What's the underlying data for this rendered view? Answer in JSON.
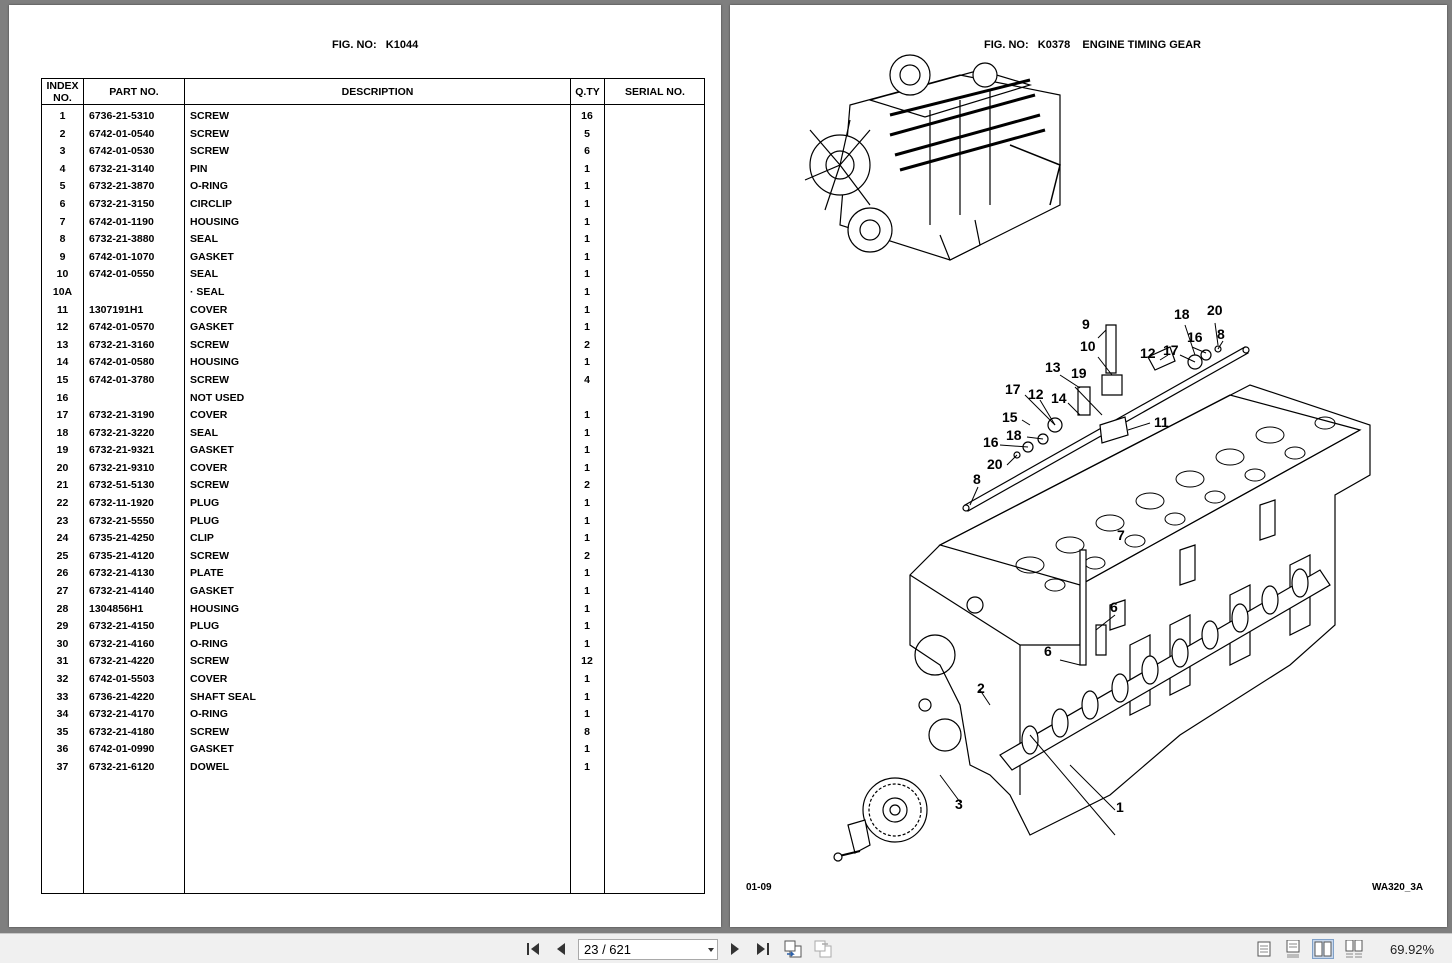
{
  "left_page": {
    "fig_label": "FIG. NO:   K1044",
    "columns": {
      "index": "INDEX NO.",
      "part": "PART NO.",
      "desc": "DESCRIPTION",
      "qty": "Q.TY",
      "serial": "SERIAL NO."
    },
    "rows": [
      {
        "idx": "1",
        "part": "6736-21-5310",
        "desc": "SCREW",
        "qty": "16"
      },
      {
        "idx": "2",
        "part": "6742-01-0540",
        "desc": "SCREW",
        "qty": "5"
      },
      {
        "idx": "3",
        "part": "6742-01-0530",
        "desc": "SCREW",
        "qty": "6"
      },
      {
        "idx": "4",
        "part": "6732-21-3140",
        "desc": "PIN",
        "qty": "1"
      },
      {
        "idx": "5",
        "part": "6732-21-3870",
        "desc": "O-RING",
        "qty": "1"
      },
      {
        "idx": "6",
        "part": "6732-21-3150",
        "desc": "CIRCLIP",
        "qty": "1"
      },
      {
        "idx": "7",
        "part": "6742-01-1190",
        "desc": "HOUSING",
        "qty": "1"
      },
      {
        "idx": "8",
        "part": "6732-21-3880",
        "desc": "SEAL",
        "qty": "1"
      },
      {
        "idx": "9",
        "part": "6742-01-1070",
        "desc": "GASKET",
        "qty": "1"
      },
      {
        "idx": "10",
        "part": "6742-01-0550",
        "desc": "SEAL",
        "qty": "1"
      },
      {
        "idx": "10A",
        "part": "",
        "desc": "·  SEAL",
        "qty": "1"
      },
      {
        "idx": "11",
        "part": "1307191H1",
        "desc": "COVER",
        "qty": "1"
      },
      {
        "idx": "12",
        "part": "6742-01-0570",
        "desc": "GASKET",
        "qty": "1"
      },
      {
        "idx": "13",
        "part": "6732-21-3160",
        "desc": "SCREW",
        "qty": "2"
      },
      {
        "idx": "14",
        "part": "6742-01-0580",
        "desc": "HOUSING",
        "qty": "1"
      },
      {
        "idx": "15",
        "part": "6742-01-3780",
        "desc": "SCREW",
        "qty": "4"
      },
      {
        "idx": "16",
        "part": "",
        "desc": "NOT USED",
        "qty": ""
      },
      {
        "idx": "17",
        "part": "6732-21-3190",
        "desc": "COVER",
        "qty": "1"
      },
      {
        "idx": "18",
        "part": "6732-21-3220",
        "desc": "SEAL",
        "qty": "1"
      },
      {
        "idx": "19",
        "part": "6732-21-9321",
        "desc": "GASKET",
        "qty": "1"
      },
      {
        "idx": "20",
        "part": "6732-21-9310",
        "desc": "COVER",
        "qty": "1"
      },
      {
        "idx": "21",
        "part": "6732-51-5130",
        "desc": "SCREW",
        "qty": "2"
      },
      {
        "idx": "22",
        "part": "6732-11-1920",
        "desc": "PLUG",
        "qty": "1"
      },
      {
        "idx": "23",
        "part": "6732-21-5550",
        "desc": "PLUG",
        "qty": "1"
      },
      {
        "idx": "24",
        "part": "6735-21-4250",
        "desc": "CLIP",
        "qty": "1"
      },
      {
        "idx": "25",
        "part": "6735-21-4120",
        "desc": "SCREW",
        "qty": "2"
      },
      {
        "idx": "26",
        "part": "6732-21-4130",
        "desc": "PLATE",
        "qty": "1"
      },
      {
        "idx": "27",
        "part": "6732-21-4140",
        "desc": "GASKET",
        "qty": "1"
      },
      {
        "idx": "28",
        "part": "1304856H1",
        "desc": "HOUSING",
        "qty": "1"
      },
      {
        "idx": "29",
        "part": "6732-21-4150",
        "desc": "PLUG",
        "qty": "1"
      },
      {
        "idx": "30",
        "part": "6732-21-4160",
        "desc": "O-RING",
        "qty": "1"
      },
      {
        "idx": "31",
        "part": "6732-21-4220",
        "desc": "SCREW",
        "qty": "12"
      },
      {
        "idx": "32",
        "part": "6742-01-5503",
        "desc": "COVER",
        "qty": "1"
      },
      {
        "idx": "33",
        "part": "6736-21-4220",
        "desc": "SHAFT SEAL",
        "qty": "1"
      },
      {
        "idx": "34",
        "part": "6732-21-4170",
        "desc": "O-RING",
        "qty": "1"
      },
      {
        "idx": "35",
        "part": "6732-21-4180",
        "desc": "SCREW",
        "qty": "8"
      },
      {
        "idx": "36",
        "part": "6742-01-0990",
        "desc": "GASKET",
        "qty": "1"
      },
      {
        "idx": "37",
        "part": "6732-21-6120",
        "desc": "DOWEL",
        "qty": "1"
      }
    ]
  },
  "right_page": {
    "fig_label": "FIG. NO:   K0378    ENGINE TIMING GEAR",
    "callouts": [
      "9",
      "10",
      "18",
      "20",
      "16",
      "8",
      "12",
      "17",
      "13",
      "19",
      "17",
      "12",
      "14",
      "15",
      "18",
      "11",
      "16",
      "20",
      "8",
      "7",
      "6",
      "6",
      "2",
      "3",
      "1"
    ],
    "footer_left": "01-09",
    "footer_right": "WA320_3A"
  },
  "toolbar": {
    "page_indicator": "23 / 621",
    "zoom": "69.92%",
    "icons": [
      "first-page-icon",
      "previous-page-icon",
      "next-page-icon",
      "last-page-icon",
      "previous-view-icon",
      "next-view-icon",
      "single-page-view-icon",
      "continuous-view-icon",
      "facing-view-icon",
      "continuous-facing-view-icon"
    ]
  }
}
